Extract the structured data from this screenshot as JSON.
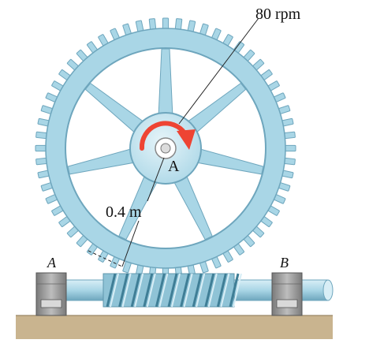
{
  "labels": {
    "speed": "80 rpm",
    "hub_point": "A",
    "radius": "0.4 m",
    "support_left": "A",
    "support_right": "B"
  },
  "colors": {
    "gear_fill": "#a9d6e6",
    "gear_edge": "#6ea6bd",
    "gear_dark": "#7fb4c9",
    "ground": "#c9b48f",
    "support": "#9b9b9b",
    "rotation_arrow": "#ee4433"
  },
  "gear": {
    "teeth": 60,
    "spokes": 7
  },
  "worm": {
    "threads": 10
  }
}
